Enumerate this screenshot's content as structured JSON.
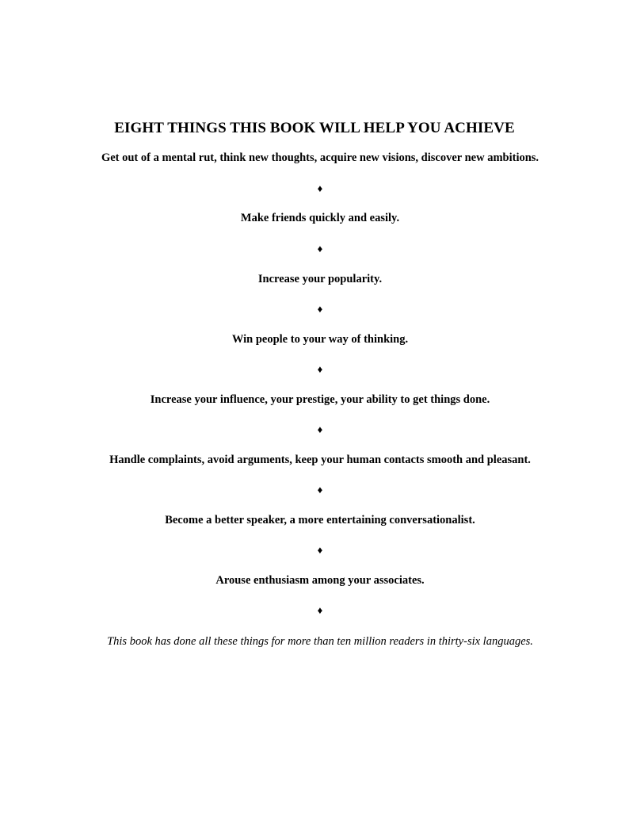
{
  "title": "EIGHT THINGS THIS BOOK WILL HELP YOU ACHIEVE",
  "items": [
    "Get out of a mental rut, think new thoughts, acquire new visions, discover new ambitions.",
    "Make friends quickly and easily.",
    "Increase your popularity.",
    "Win people to your way of thinking.",
    "Increase your influence, your prestige, your ability to get things done.",
    "Handle complaints, avoid arguments, keep your human contacts smooth and pleasant.",
    "Become a better speaker, a more entertaining conversationalist.",
    "Arouse enthusiasm among your associates."
  ],
  "separator": "♦",
  "footer": "This book has done all these things for more than ten million readers in thirty-six languages."
}
